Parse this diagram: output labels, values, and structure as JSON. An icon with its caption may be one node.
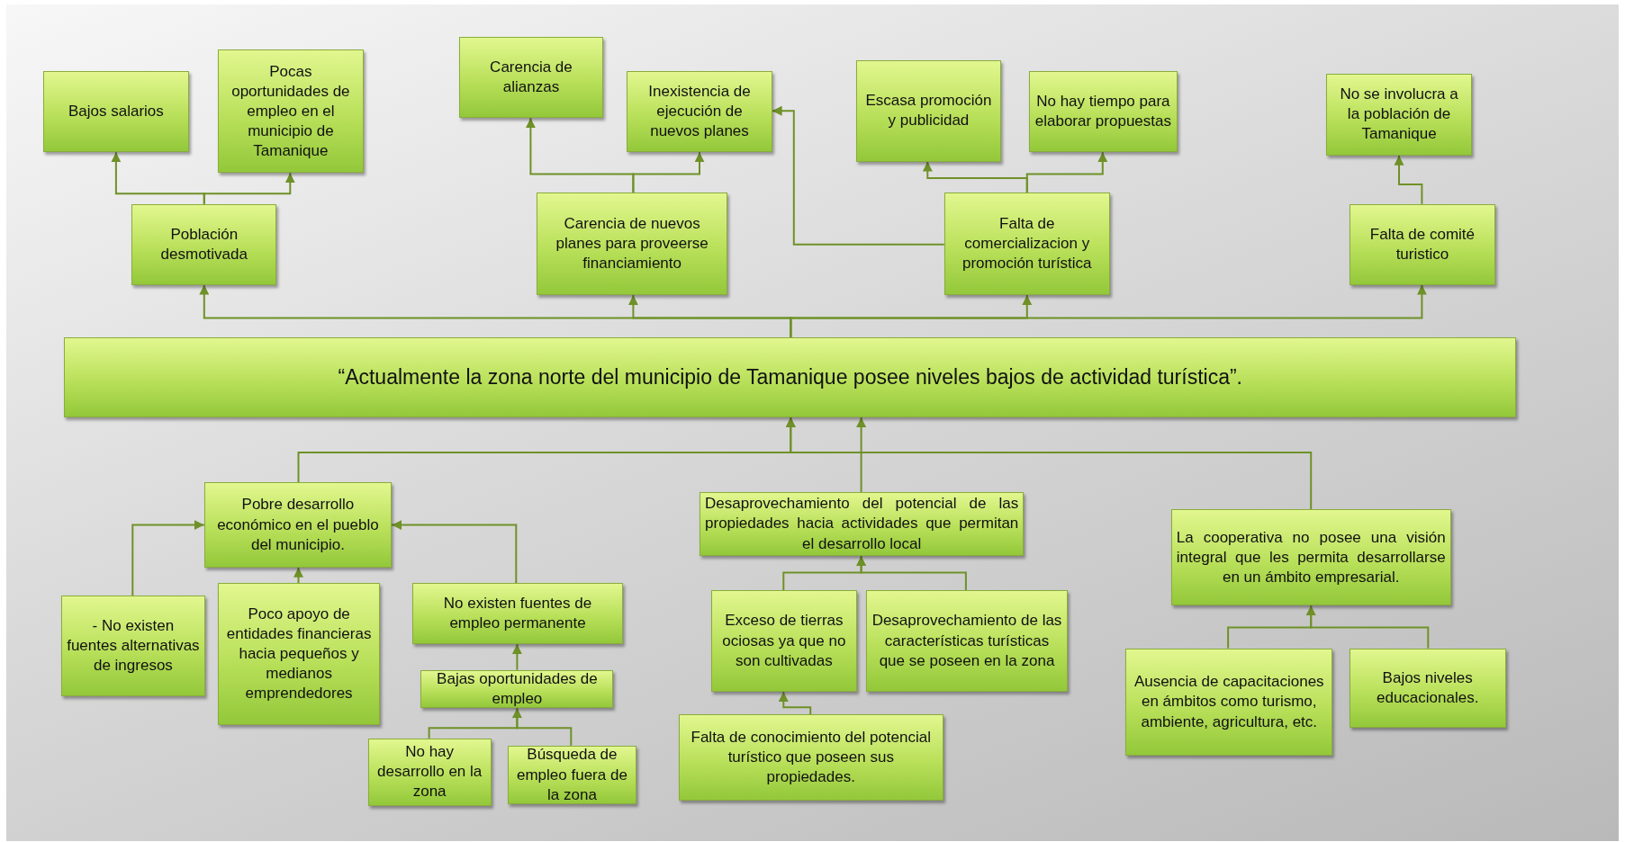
{
  "diagram": {
    "nodes": [
      {
        "text": [
          "“Actualmente la zona norte del municipio de Tamanique posee niveles bajos de actividad turística”."
        ]
      },
      {
        "text": [
          "Bajos salarios"
        ]
      },
      {
        "text": [
          "Pocas oportunidades de empleo en el municipio de Tamanique"
        ]
      },
      {
        "text": [
          "Población desmotivada"
        ]
      },
      {
        "text": [
          "Carencia de alianzas"
        ]
      },
      {
        "text": [
          "Inexistencia de ejecución de nuevos planes"
        ]
      },
      {
        "text": [
          "Carencia de nuevos planes para proveerse financiamiento"
        ]
      },
      {
        "text": [
          "Escasa promoción y publicidad"
        ]
      },
      {
        "text": [
          "No hay tiempo para elaborar propuestas"
        ]
      },
      {
        "text": [
          "Falta de comercializacion y promoción turística"
        ]
      },
      {
        "text": [
          "No se involucra a la población de Tamanique"
        ]
      },
      {
        "text": [
          "Falta de comité turistico"
        ]
      },
      {
        "text": [
          "Pobre desarrollo económico en el pueblo del municipio."
        ]
      },
      {
        "text": [
          "- No existen fuentes alternativas de ingresos"
        ]
      },
      {
        "text": [
          "Poco apoyo de entidades financieras hacia pequeños y medianos emprendedores"
        ]
      },
      {
        "text": [
          "No existen fuentes de empleo permanente"
        ]
      },
      {
        "text": [
          "Bajas oportunidades de empleo"
        ]
      },
      {
        "text": [
          "No hay desarrollo en la zona"
        ]
      },
      {
        "text": [
          "Búsqueda de empleo fuera de la zona"
        ]
      },
      {
        "text": [
          "Desaprovechamiento del potencial de las propiedades hacia actividades que permitan el desarrollo local"
        ]
      },
      {
        "text": [
          "Exceso de tierras ociosas ya que no son cultivadas"
        ]
      },
      {
        "text": [
          "Desaprovechamiento de las características turísticas que se poseen en la zona"
        ]
      },
      {
        "text": [
          "Falta de conocimiento del potencial turístico que poseen sus propiedades."
        ]
      },
      {
        "text": [
          "La cooperativa no posee una visión integral que les permita desarrollarse en un ámbito empresarial."
        ]
      },
      {
        "text": [
          "Ausencia de capacitaciones en ámbitos como turismo, ambiente, agricultura, etc."
        ]
      },
      {
        "text": [
          "Bajos niveles educacionales."
        ]
      }
    ],
    "edges": [
      {
        "from": 3,
        "to": 1,
        "arrow": "to"
      },
      {
        "from": 3,
        "to": 2,
        "arrow": "to"
      },
      {
        "from": 0,
        "to": 3,
        "arrow": "to"
      },
      {
        "from": 0,
        "to": 6,
        "arrow": "to"
      },
      {
        "from": 0,
        "to": 9,
        "arrow": "to"
      },
      {
        "from": 0,
        "to": 11,
        "arrow": "to"
      },
      {
        "from": 6,
        "to": 4,
        "arrow": "to"
      },
      {
        "from": 6,
        "to": 5,
        "arrow": "to"
      },
      {
        "from": 9,
        "to": 7,
        "arrow": "to"
      },
      {
        "from": 9,
        "to": 8,
        "arrow": "to"
      },
      {
        "from": 9,
        "to": 5,
        "arrow": "to"
      },
      {
        "from": 11,
        "to": 10,
        "arrow": "to"
      },
      {
        "from": 12,
        "to": 0,
        "arrow": "to"
      },
      {
        "from": 19,
        "to": 0,
        "arrow": "to"
      },
      {
        "from": 23,
        "to": 0,
        "arrow": "to"
      },
      {
        "from": 13,
        "to": 12,
        "arrow": "to"
      },
      {
        "from": 14,
        "to": 12,
        "arrow": "to"
      },
      {
        "from": 15,
        "to": 12,
        "arrow": "to"
      },
      {
        "from": 16,
        "to": 15,
        "arrow": "to"
      },
      {
        "from": 17,
        "to": 16,
        "arrow": "to"
      },
      {
        "from": 18,
        "to": 16,
        "arrow": "to"
      },
      {
        "from": 20,
        "to": 19,
        "arrow": "to"
      },
      {
        "from": 21,
        "to": 19,
        "arrow": "to"
      },
      {
        "from": 22,
        "to": 20,
        "arrow": "to"
      },
      {
        "from": 24,
        "to": 23,
        "arrow": "to"
      },
      {
        "from": 25,
        "to": 23,
        "arrow": "to"
      }
    ]
  }
}
